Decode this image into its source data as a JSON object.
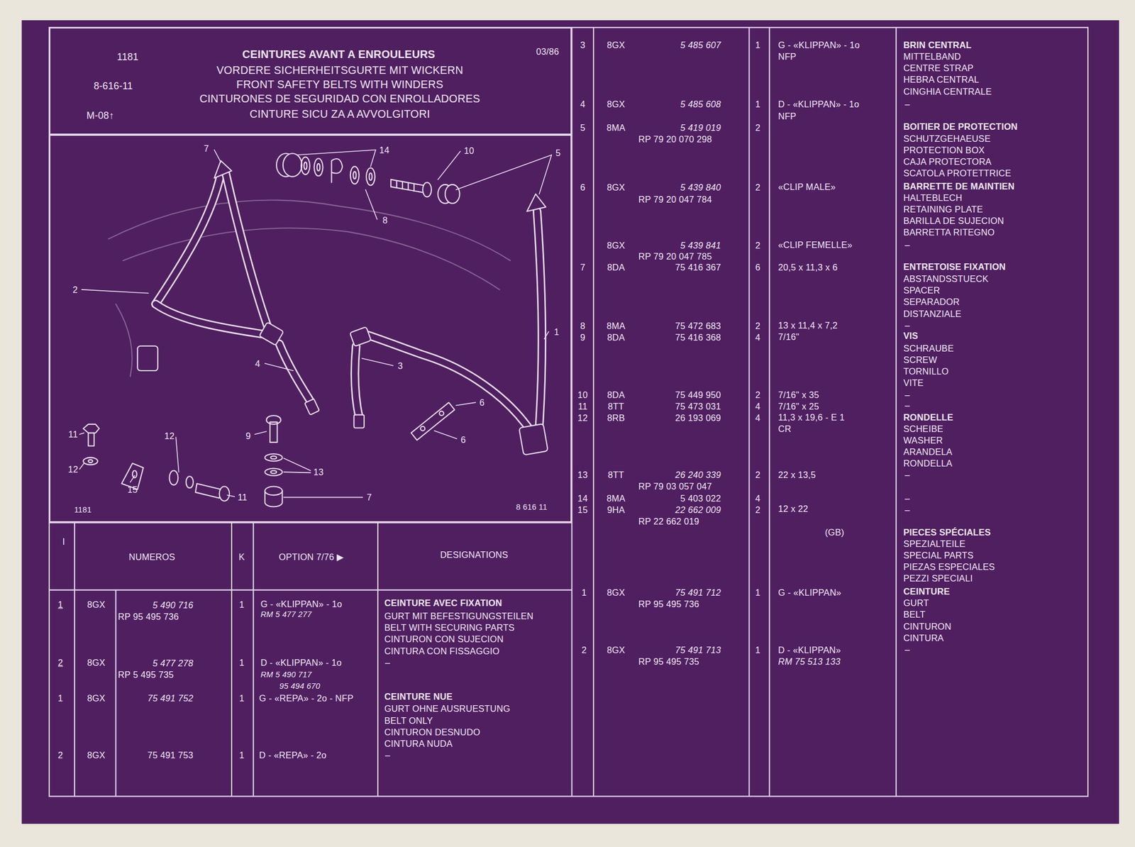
{
  "diagram": {
    "title": "CEINTURES AVANT A ENROULEURS",
    "nodes": [
      {
        "text": [
          "1181",
          "8-616-11",
          "M-08↑",
          "VORDERE SICHERHEITSGURTE MIT WICKERN",
          "FRONT SAFETY BELTS WITH WINDERS",
          "CINTURONES DE SEGURIDAD CON ENROLLADORES",
          "CINTURE SICU ZA A AVVOLGITORI",
          "03/86"
        ]
      },
      {
        "text": [
          "1181",
          "8 616 11"
        ]
      }
    ],
    "labels": [
      "7",
      "14",
      "10",
      "5",
      "8",
      "2",
      "1",
      "4",
      "3",
      "6",
      "6",
      "9",
      "11",
      "12",
      "12",
      "13",
      "15",
      "11",
      "7",
      "I",
      "NUMEROS",
      "K",
      "OPTION 7/76 ▶",
      "DESIGNATIONS",
      "1",
      "8GX",
      "5 490 716",
      "RP 95 495 736",
      "1",
      "G - «KLIPPAN» - 1o",
      "RM 5 477 277",
      "CEINTURE AVEC FIXATION",
      "GURT MIT BEFESTIGUNGSTEILEN",
      "BELT WITH SECURING PARTS",
      "CINTURON CON SUJECION",
      "CINTURA CON FISSAGGIO",
      "2",
      "8GX",
      "5 477 278",
      "RP 5 495 735",
      "1",
      "D - «KLIPPAN» - 1o",
      "RM 5 490 717",
      "95 494 670",
      "–",
      "1",
      "8GX",
      "75 491 752",
      "1",
      "G - «REPA» - 2o - NFP",
      "CEINTURE NUE",
      "GURT OHNE AUSRUESTUNG",
      "BELT ONLY",
      "CINTURON DESNUDO",
      "CINTURA NUDA",
      "2",
      "8GX",
      "75 491 753",
      "1",
      "D - «REPA» - 2o",
      "–",
      "3",
      "8GX",
      "5 485 607",
      "1",
      "G - «KLIPPAN» - 1o",
      "NFP",
      "BRIN CENTRAL",
      "MITTELBAND",
      "CENTRE STRAP",
      "HEBRA CENTRAL",
      "CINGHIA CENTRALE",
      "4",
      "8GX",
      "5 485 608",
      "1",
      "D - «KLIPPAN» - 1o",
      "NFP",
      "–",
      "5",
      "8MA",
      "5 419 019",
      "RP 79 20 070 298",
      "2",
      "BOITIER DE PROTECTION",
      "SCHUTZGEHAEUSE",
      "PROTECTION BOX",
      "CAJA PROTECTORA",
      "SCATOLA PROTETTRICE",
      "6",
      "8GX",
      "5 439 840",
      "RP 79 20 047 784",
      "2",
      "«CLIP MALE»",
      "BARRETTE DE MAINTIEN",
      "HALTEBLECH",
      "RETAINING PLATE",
      "BARILLA DE SUJECION",
      "BARRETTA RITEGNO",
      "8GX",
      "5 439 841",
      "RP 79 20 047 785",
      "2",
      "«CLIP FEMELLE»",
      "–",
      "7",
      "8DA",
      "75 416 367",
      "6",
      "20,5 x 11,3 x 6",
      "ENTRETOISE FIXATION",
      "ABSTANDSSTUECK",
      "SPACER",
      "SEPARADOR",
      "DISTANZIALE",
      "8",
      "8MA",
      "75 472 683",
      "2",
      "13 x 11,4 x 7,2",
      "–",
      "9",
      "8DA",
      "75 416 368",
      "4",
      "7/16\"",
      "VIS",
      "SCHRAUBE",
      "SCREW",
      "TORNILLO",
      "VITE",
      "10",
      "8DA",
      "75 449 950",
      "2",
      "7/16\" x 35",
      "–",
      "11",
      "8TT",
      "75 473 031",
      "4",
      "7/16\" x 25",
      "–",
      "12",
      "8RB",
      "26 193 069",
      "4",
      "11,3 x 19,6 - E 1",
      "CR",
      "RONDELLE",
      "SCHEIBE",
      "WASHER",
      "ARANDELA",
      "RONDELLA",
      "13",
      "8TT",
      "26 240 339",
      "RP 79 03 057 047",
      "2",
      "22 x 13,5",
      "–",
      "14",
      "8MA",
      "5 403 022",
      "4",
      "–",
      "15",
      "9HA",
      "22 662 009",
      "RP 22 662 019",
      "2",
      "12 x 22",
      "–",
      "(GB)",
      "PIECES SPÉCIALES",
      "SPEZIALTEILE",
      "SPECIAL PARTS",
      "PIEZAS ESPECIALES",
      "PEZZI SPECIALI",
      "1",
      "8GX",
      "75 491 712",
      "RP 95 495 736",
      "1",
      "G - «KLIPPAN»",
      "CEINTURE",
      "GURT",
      "BELT",
      "CINTURON",
      "CINTURA",
      "–",
      "2",
      "8GX",
      "75 491 713",
      "RP 95 495 735",
      "1",
      "D - «KLIPPAN»",
      "RM 75 513 133"
    ]
  }
}
